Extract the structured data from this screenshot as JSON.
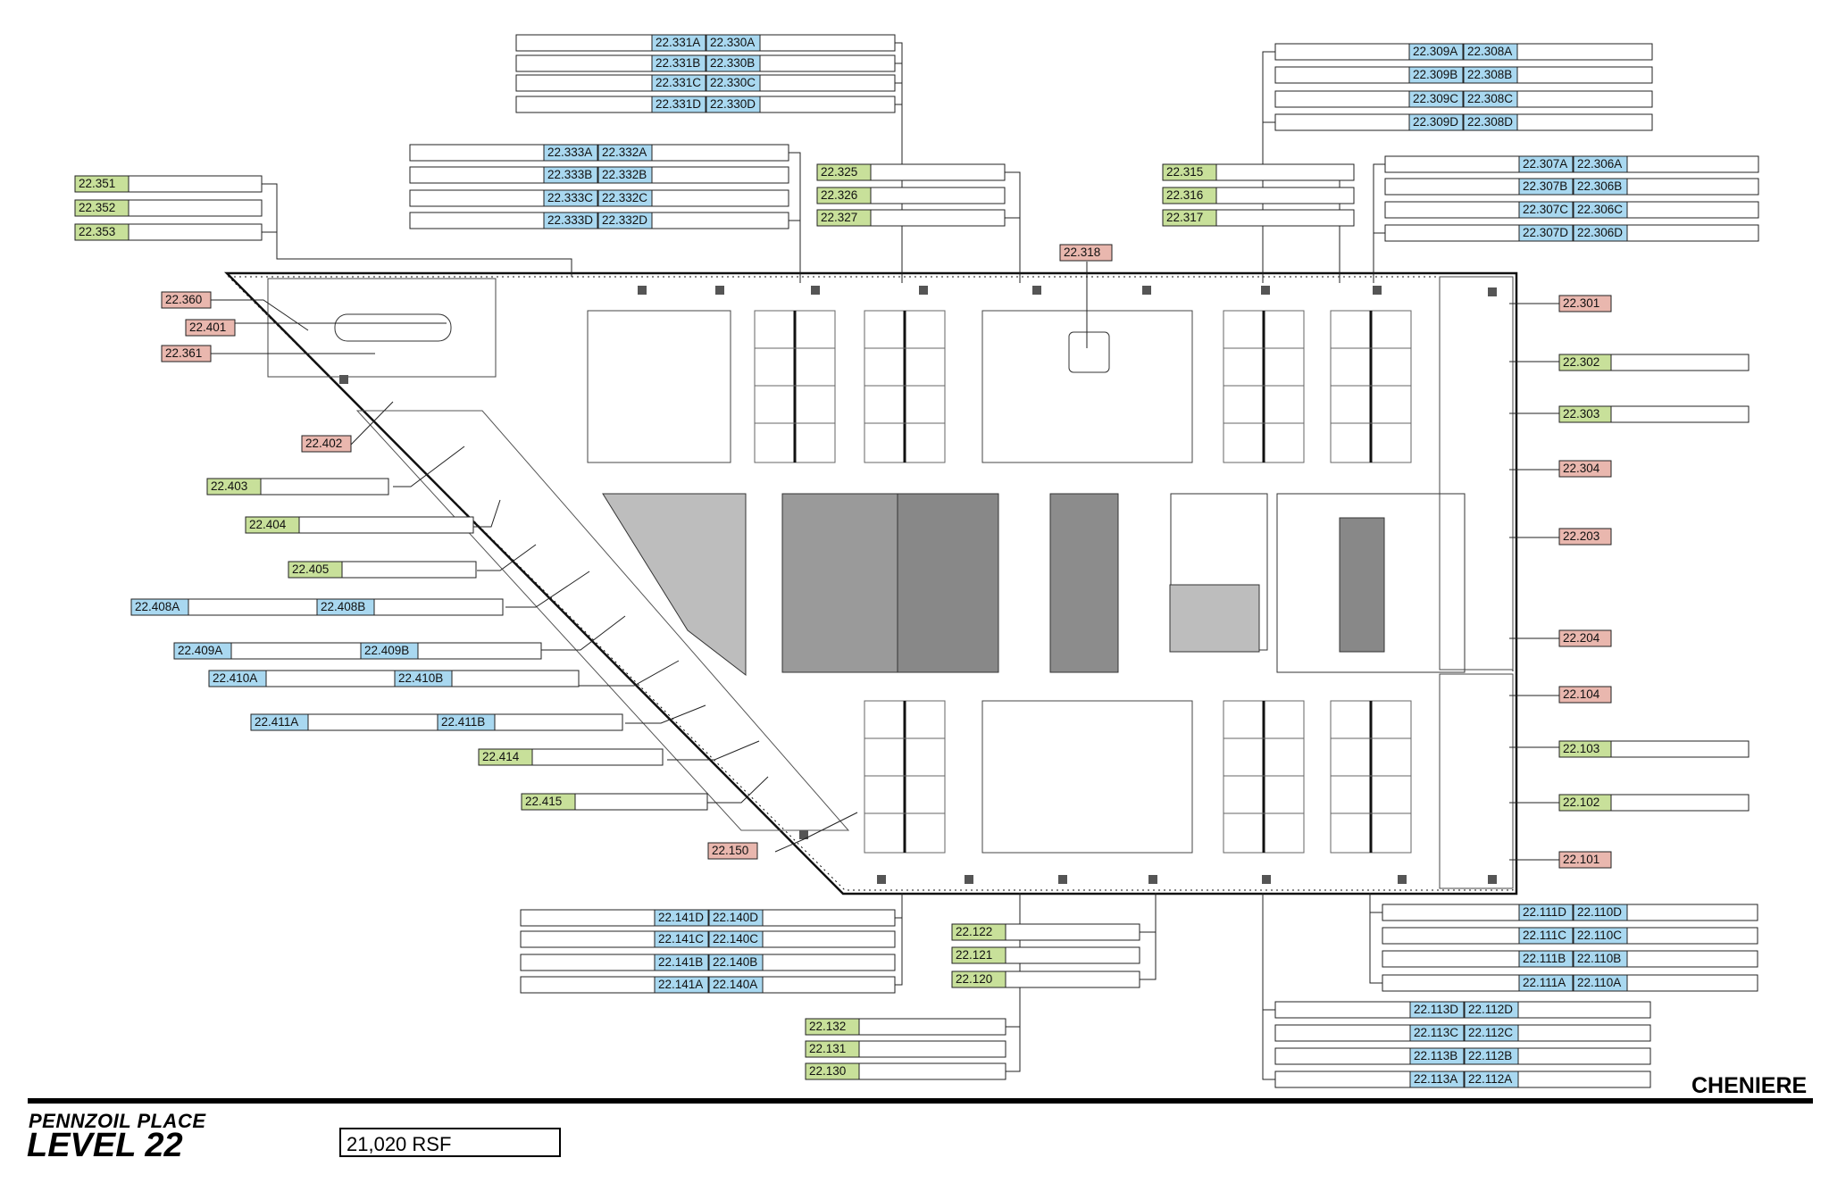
{
  "title_block": {
    "building": "PENNZOIL PLACE",
    "level": "LEVEL 22",
    "area": "21,020 RSF",
    "brand": "CHENIERE"
  },
  "colors": {
    "workstation": "#a9d8f0",
    "office": "#c8e09a",
    "conference": "#e9b7ae",
    "core": "#8c8c8c"
  },
  "labels": {
    "r22331A": "22.331A",
    "r22330A": "22.330A",
    "r22331B": "22.331B",
    "r22330B": "22.330B",
    "r22331C": "22.331C",
    "r22330C": "22.330C",
    "r22331D": "22.331D",
    "r22330D": "22.330D",
    "r22333A": "22.333A",
    "r22332A": "22.332A",
    "r22333B": "22.333B",
    "r22332B": "22.332B",
    "r22333C": "22.333C",
    "r22332C": "22.332C",
    "r22333D": "22.333D",
    "r22332D": "22.332D",
    "r22309A": "22.309A",
    "r22308A": "22.308A",
    "r22309B": "22.309B",
    "r22308B": "22.308B",
    "r22309C": "22.309C",
    "r22308C": "22.308C",
    "r22309D": "22.309D",
    "r22308D": "22.308D",
    "r22307A": "22.307A",
    "r22306A": "22.306A",
    "r22307B": "22.307B",
    "r22306B": "22.306B",
    "r22307C": "22.307C",
    "r22306C": "22.306C",
    "r22307D": "22.307D",
    "r22306D": "22.306D",
    "r22351": "22.351",
    "r22352": "22.352",
    "r22353": "22.353",
    "r22325": "22.325",
    "r22326": "22.326",
    "r22327": "22.327",
    "r22315": "22.315",
    "r22316": "22.316",
    "r22317": "22.317",
    "r22318": "22.318",
    "r22360": "22.360",
    "r22401": "22.401",
    "r22361": "22.361",
    "r22402": "22.402",
    "r22403": "22.403",
    "r22404": "22.404",
    "r22405": "22.405",
    "r22408A": "22.408A",
    "r22408B": "22.408B",
    "r22409A": "22.409A",
    "r22409B": "22.409B",
    "r22410A": "22.410A",
    "r22410B": "22.410B",
    "r22411A": "22.411A",
    "r22411B": "22.411B",
    "r22414": "22.414",
    "r22415": "22.415",
    "r22150": "22.150",
    "r22301": "22.301",
    "r22302": "22.302",
    "r22303": "22.303",
    "r22304": "22.304",
    "r22203": "22.203",
    "r22204": "22.204",
    "r22104": "22.104",
    "r22103": "22.103",
    "r22102": "22.102",
    "r22101": "22.101",
    "r22141D": "22.141D",
    "r22140D": "22.140D",
    "r22141C": "22.141C",
    "r22140C": "22.140C",
    "r22141B": "22.141B",
    "r22140B": "22.140B",
    "r22141A": "22.141A",
    "r22140A": "22.140A",
    "r22122": "22.122",
    "r22121": "22.121",
    "r22120": "22.120",
    "r22132": "22.132",
    "r22131": "22.131",
    "r22130": "22.130",
    "r22111D": "22.111D",
    "r22110D": "22.110D",
    "r22111C": "22.111C",
    "r22110C": "22.110C",
    "r22111B": "22.111B",
    "r22110B": "22.110B",
    "r22111A": "22.111A",
    "r22110A": "22.110A",
    "r22113D": "22.113D",
    "r22112D": "22.112D",
    "r22113C": "22.113C",
    "r22112C": "22.112C",
    "r22113B": "22.113B",
    "r22112B": "22.112B",
    "r22113A": "22.113A",
    "r22112A": "22.112A"
  }
}
